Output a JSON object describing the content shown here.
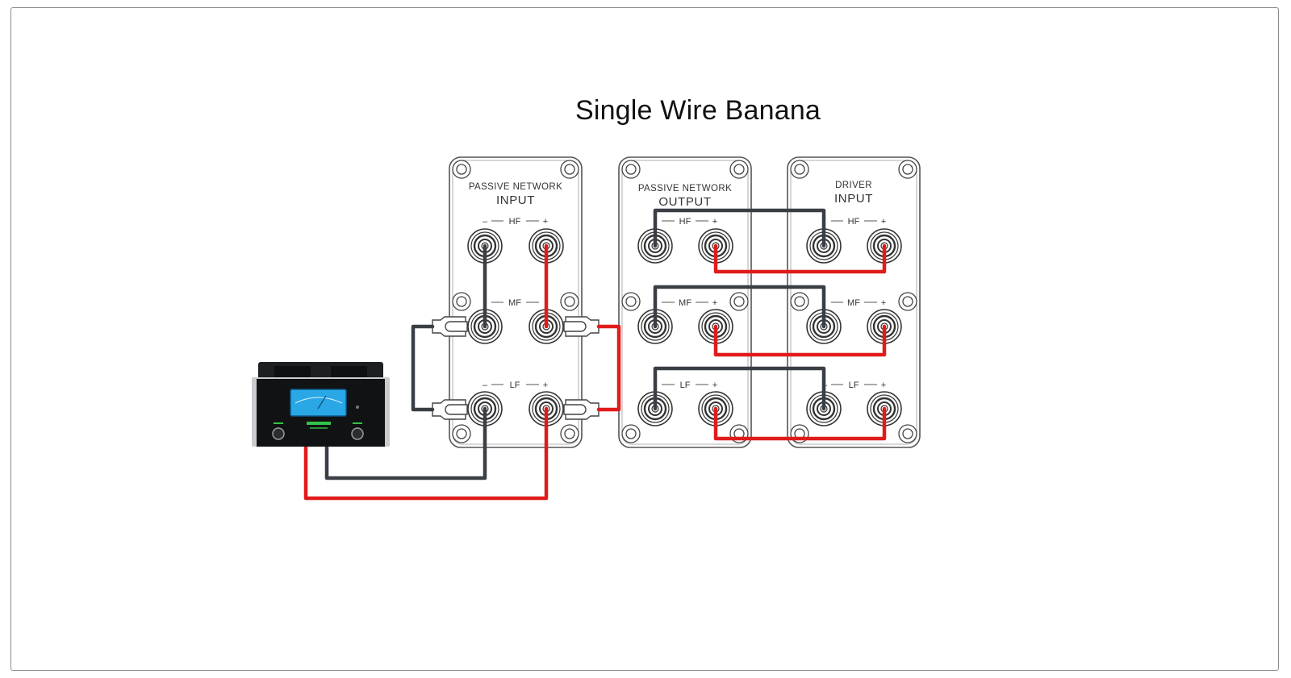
{
  "title": "Single Wire Banana",
  "panels": [
    {
      "line1": "PASSIVE NETWORK",
      "line2": "INPUT"
    },
    {
      "line1": "PASSIVE NETWORK",
      "line2": "OUTPUT"
    },
    {
      "line1": "DRIVER",
      "line2": "INPUT"
    }
  ],
  "bands": [
    "HF",
    "MF",
    "LF"
  ],
  "polarity": {
    "neg": "–",
    "pos": "+"
  },
  "colors": {
    "negative_wire": "#3a3f46",
    "positive_wire": "#e01b1b",
    "panel_stroke": "#555555",
    "amp_display": "#2aa7e6"
  },
  "icons": [
    "amplifier-icon",
    "binding-post-icon",
    "mounting-screw-icon",
    "banana-plug-icon"
  ]
}
